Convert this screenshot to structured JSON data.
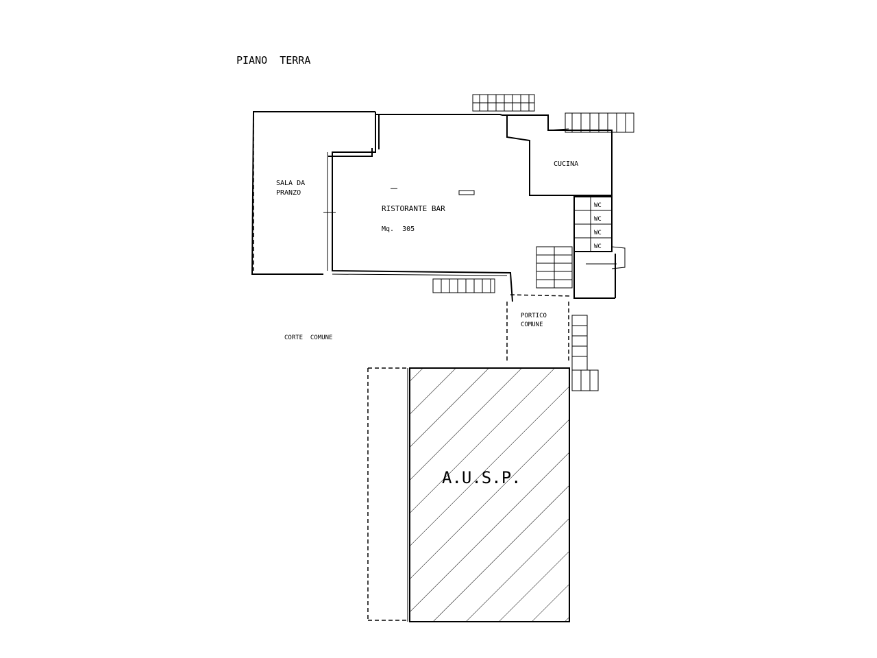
{
  "floor_title": "PIANO  TERRA",
  "rooms": {
    "sala_da_pranzo": [
      "SALA DA",
      "PRANZO"
    ],
    "ristorante_bar": "RISTORANTE BAR",
    "ristorante_bar_area": "Mq.  305",
    "cucina": "CUCINA",
    "portico_comune": [
      "PORTICO",
      "COMUNE"
    ],
    "wc": [
      "WC",
      "WC",
      "WC",
      "WC"
    ]
  },
  "outdoor_label": "CORTE  COMUNE",
  "hatched_area_label": "A.U.S.P."
}
